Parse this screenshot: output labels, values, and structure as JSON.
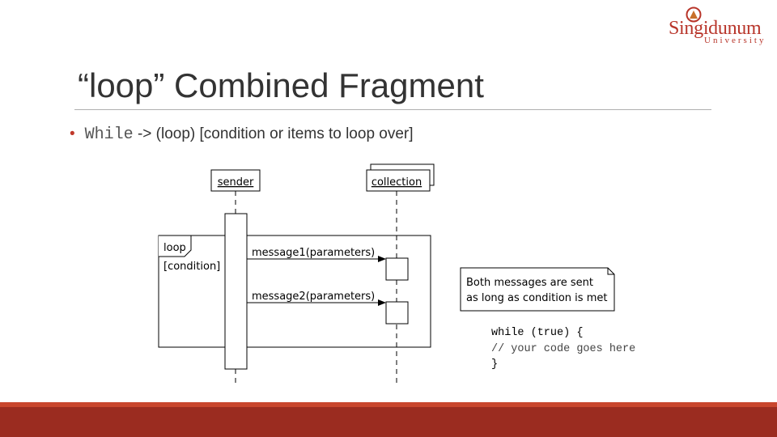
{
  "logo": {
    "name": "Singidunum",
    "subtitle": "University"
  },
  "slide": {
    "title": "“loop” Combined Fragment",
    "bullet": {
      "keyword": "While",
      "text": " -> (loop) [condition or items to loop over]"
    }
  },
  "diagram": {
    "lifelines": {
      "sender": "sender",
      "collection": "collection"
    },
    "fragment": {
      "operator": "loop",
      "guard": "[condition]"
    },
    "messages": {
      "m1": "message1(parameters)",
      "m2": "message2(parameters)"
    },
    "note": {
      "line1": "Both messages are sent",
      "line2": "as long as condition is met"
    }
  },
  "code": {
    "line1": "while (true) {",
    "line2": "// your code goes here",
    "line3": "}"
  },
  "colors": {
    "accent": "#c0392b",
    "footer": "#9b2c20",
    "footer_line": "#c8462d"
  }
}
